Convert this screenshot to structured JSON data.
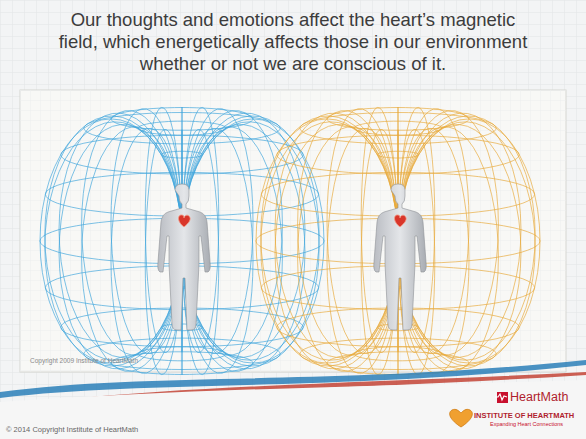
{
  "diagram": {
    "title": "Our thoughts and emotions affect the heart’s magnetic field, which energetically affects those in our environment whether or not we are conscious of it.",
    "labels": [
      "Copyright 2009 Institute of HeartMath",
      "© 2014 Copyright Institute of HeartMath",
      "HeartMath",
      "INSTITUTE OF HEARTMATH",
      "Expanding Heart Connections"
    ]
  }
}
